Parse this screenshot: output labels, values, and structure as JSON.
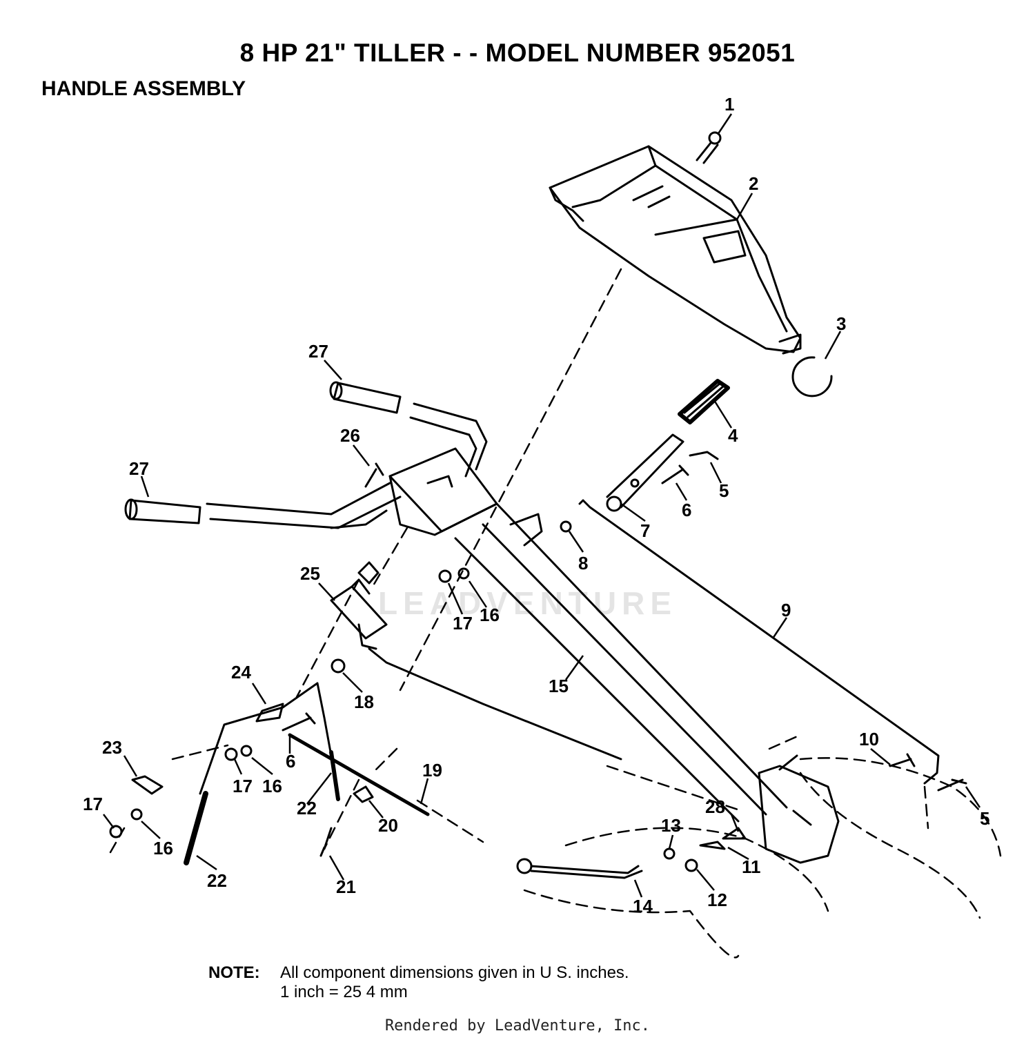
{
  "title": "8 HP 21\" TILLER - - MODEL NUMBER 952051",
  "subtitle": "HANDLE ASSEMBLY",
  "watermark": "LEADVENTURE",
  "callouts": [
    "1",
    "2",
    "3",
    "4",
    "5",
    "5",
    "6",
    "6",
    "7",
    "8",
    "9",
    "10",
    "11",
    "12",
    "13",
    "14",
    "15",
    "16",
    "16",
    "16",
    "17",
    "17",
    "17",
    "18",
    "19",
    "20",
    "21",
    "22",
    "22",
    "23",
    "24",
    "25",
    "26",
    "27",
    "27",
    "28"
  ],
  "note": {
    "label": "NOTE:",
    "line1": "All component dimensions given in U S. inches.",
    "line2": "1 inch = 25 4 mm"
  },
  "footer": "Rendered by LeadVenture, Inc."
}
